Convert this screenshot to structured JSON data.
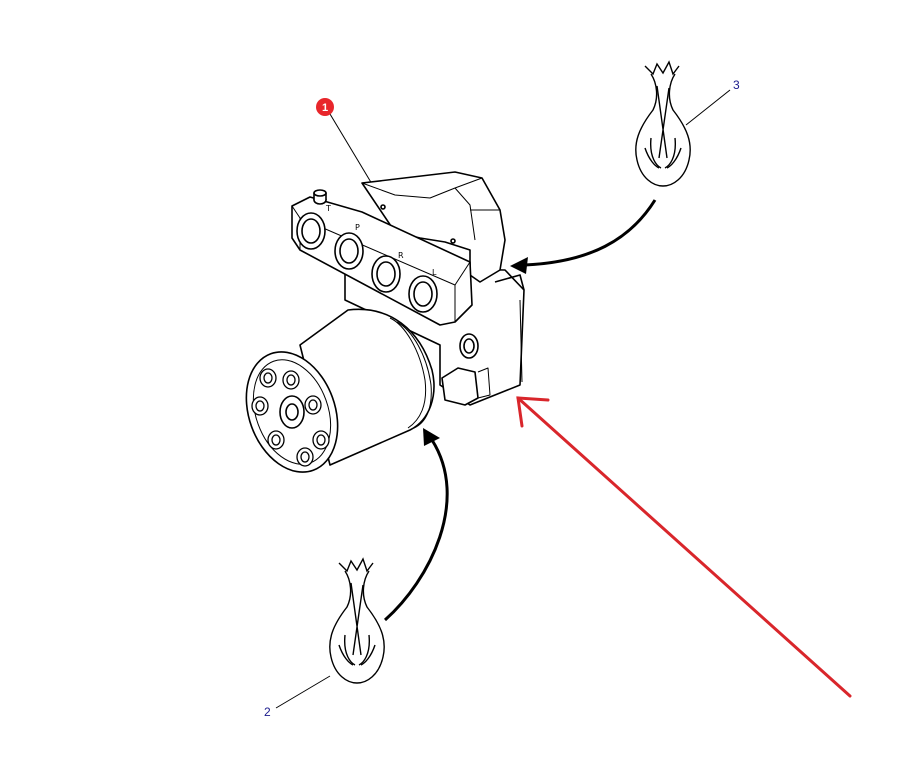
{
  "diagram": {
    "callouts": [
      {
        "id": "1",
        "label": "1"
      },
      {
        "id": "2",
        "label": "2"
      },
      {
        "id": "3",
        "label": "3"
      }
    ],
    "port_letters": [
      "T",
      "P",
      "R",
      "L"
    ],
    "colors": {
      "line": "#000000",
      "callout_text": "#1a1a8c",
      "badge": "#e8262b",
      "pointer_arrow": "#d9262b"
    },
    "icons": [
      "oil-drop-icon",
      "oil-drop-icon"
    ]
  }
}
